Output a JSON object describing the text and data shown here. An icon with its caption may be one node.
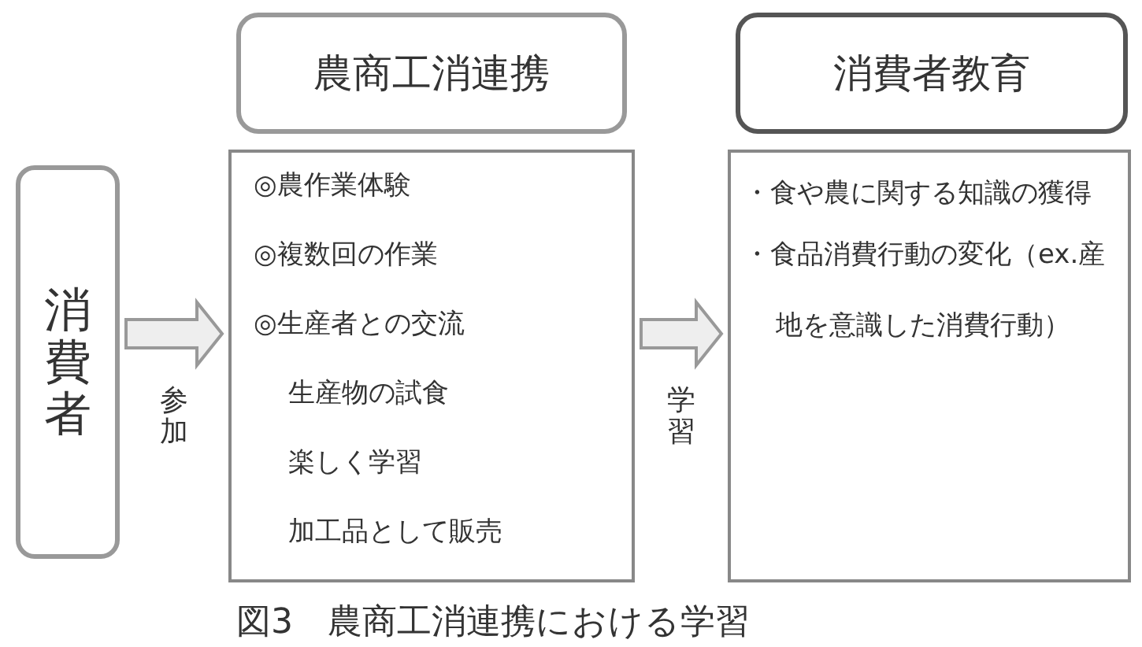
{
  "diagram": {
    "caption": "図3　農商工消連携における学習",
    "nodes": [
      {
        "text": [
          "消費者"
        ]
      },
      {
        "text": [
          "農商工消連携"
        ]
      },
      {
        "text": [
          "◎農作業体験",
          "◎複数回の作業",
          "◎生産者との交流",
          "生産物の試食",
          "楽しく学習",
          "加工品として販売"
        ]
      },
      {
        "text": [
          "消費者教育"
        ]
      },
      {
        "text": [
          "・食や農に関する知識の獲得",
          "・食品消費行動の変化（ex.産地を意識した消費行動）"
        ]
      }
    ],
    "edges": [
      {
        "from": 0,
        "to": 2,
        "arrow": "to",
        "label": "参加"
      },
      {
        "from": 2,
        "to": 4,
        "arrow": "to",
        "label": "学習"
      }
    ]
  }
}
